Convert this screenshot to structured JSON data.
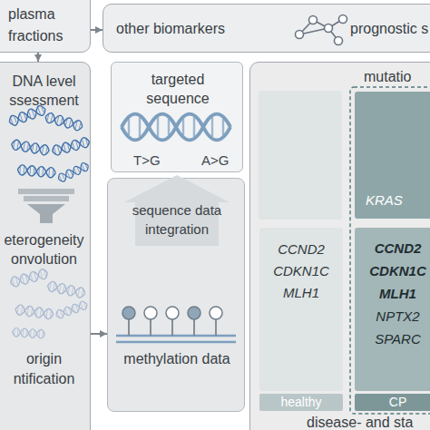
{
  "diagram": {
    "nodes": [
      {
        "text": [
          "plasma fractions"
        ]
      },
      {
        "text": [
          "other biomarkers",
          "prognostic s"
        ]
      },
      {
        "text": [
          "DNA level ssessment",
          "eterogeneity onvolution",
          "origin ntification"
        ]
      },
      {
        "text": [
          "targeted sequence"
        ]
      },
      {
        "text": [
          "methylation data"
        ]
      },
      {
        "text": [
          "sequence data integration"
        ],
        "in": 4
      },
      {
        "text": [
          "mutatio",
          "disease- and sta"
        ]
      },
      {
        "text": [
          "CCND2 CDKN1C MLH1"
        ],
        "in": 6
      },
      {
        "text": [
          "healthy"
        ],
        "in": 6
      },
      {
        "text": [
          "KRAS"
        ],
        "in": 6
      },
      {
        "text": [
          "CCND2 CDKN1C MLH1",
          "NPTX2 SPARC"
        ],
        "in": 6
      },
      {
        "text": [
          "CP"
        ],
        "in": 6
      }
    ],
    "edges": [
      {
        "from": 0,
        "to": 1,
        "arrow": "to"
      },
      {
        "from": 0,
        "to": 2,
        "arrow": "to"
      },
      {
        "from": 2,
        "to": 4,
        "arrow": "to"
      }
    ],
    "labels": [
      "T>G",
      "A>G"
    ]
  }
}
